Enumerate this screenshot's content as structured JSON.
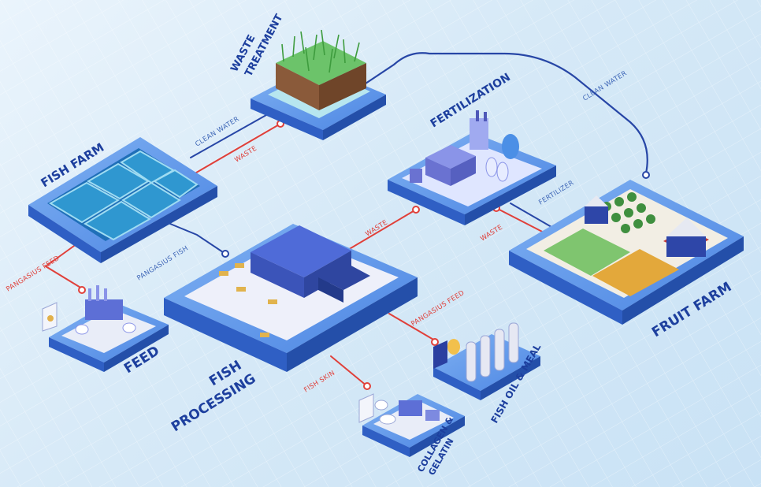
{
  "nodes": {
    "waste_treatment": {
      "title_line1": "WASTE",
      "title_line2": "TREATMENT"
    },
    "fish_farm": {
      "title": "FISH FARM"
    },
    "fertilization": {
      "title": "FERTILIZATION"
    },
    "fruit_farm": {
      "title": "FRUIT FARM"
    },
    "feed": {
      "title": "FEED"
    },
    "fish_processing": {
      "title_line1": "FISH",
      "title_line2": "PROCESSING"
    },
    "fish_oil_meal": {
      "title": "FISH OIL & MEAL"
    },
    "collagen_gelatin": {
      "title_line1": "COLLAGEN &",
      "title_line2": "GELATIN"
    }
  },
  "flows": {
    "clean_water_1": "CLEAN WATER",
    "clean_water_2": "CLEAN WATER",
    "waste_fishfarm": "WASTE",
    "waste_processing": "WASTE",
    "waste_fruitfarm": "WASTE",
    "fertilizer": "FERTILIZER",
    "pangasius_feed_1": "PANGASIUS FEED",
    "pangasius_feed_2": "PANGASIUS FEED",
    "pangasius_fish": "PANGASIUS FISH",
    "fish_skin": "FISH SKIN"
  },
  "colors": {
    "title": "#1d3f9e",
    "waste_line": "#e0403a",
    "clean_line": "#2746a6",
    "platform": "#3d7be0"
  }
}
